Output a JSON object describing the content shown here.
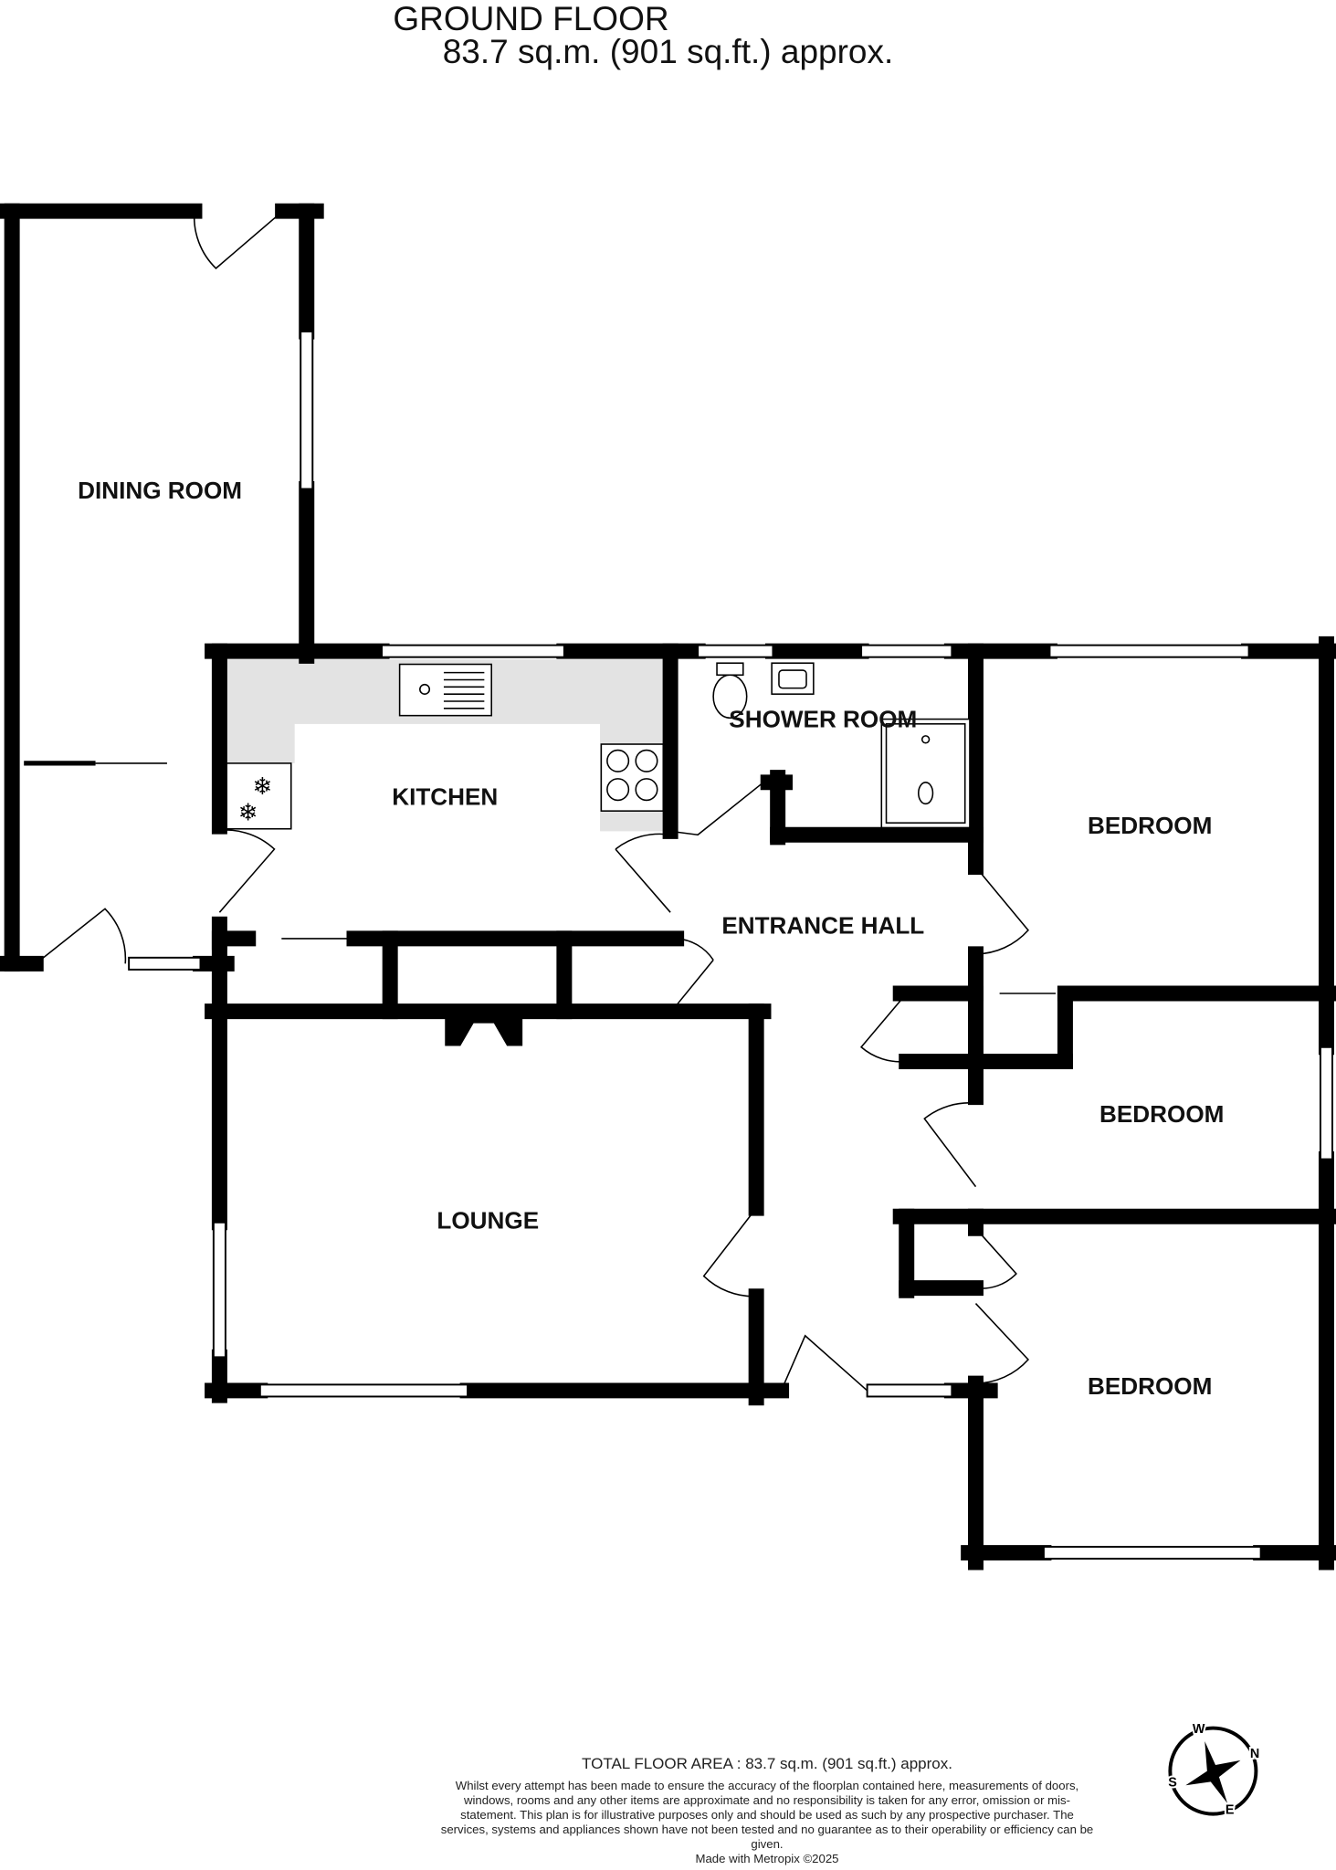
{
  "header": {
    "floor": "GROUND FLOOR",
    "area": "83.7 sq.m. (901 sq.ft.) approx."
  },
  "rooms": {
    "dining": "DINING ROOM",
    "kitchen": "KITCHEN",
    "shower": "SHOWER ROOM",
    "bedroom1": "BEDROOM",
    "hall": "ENTRANCE HALL",
    "bedroom2": "BEDROOM",
    "lounge": "LOUNGE",
    "bedroom3": "BEDROOM"
  },
  "footer": {
    "total": "TOTAL FLOOR AREA : 83.7 sq.m. (901 sq.ft.) approx.",
    "disclaimer": "Whilst every attempt has been made to ensure the accuracy of the floorplan contained here, measurements of doors, windows, rooms and any other items are approximate and no responsibility is taken for any error, omission or mis-statement. This plan is for illustrative purposes only and should be used as such by any prospective purchaser. The services, systems and appliances shown have not been tested and no guarantee as to their operability or efficiency can be given.",
    "made": "Made with Metropix ©2025"
  },
  "compass": {
    "n": "N",
    "e": "E",
    "s": "S",
    "w": "W"
  }
}
